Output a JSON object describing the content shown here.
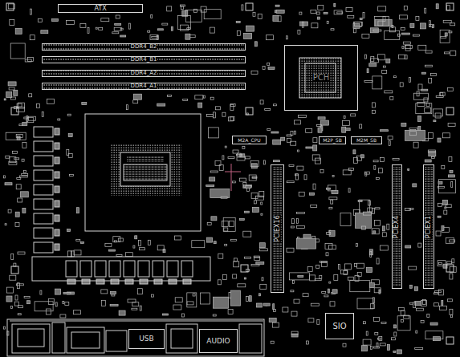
{
  "diagram": {
    "nodes": [
      {
        "text": [
          "ATX"
        ]
      },
      {
        "text": [
          "DDR4_B2"
        ]
      },
      {
        "text": [
          "DDR4_B1"
        ]
      },
      {
        "text": [
          "DDR4_A2"
        ]
      },
      {
        "text": [
          "DDR4_A1"
        ]
      },
      {
        "text": [
          "PCH"
        ]
      },
      {
        "text": [
          "M2A_CPU"
        ]
      },
      {
        "text": [
          "M2P_SB"
        ]
      },
      {
        "text": [
          "M2M_SB"
        ]
      },
      {
        "text": [
          "PCIEX16"
        ]
      },
      {
        "text": [
          "PCIEX4"
        ]
      },
      {
        "text": [
          "PCIEX1"
        ]
      },
      {
        "text": [
          "SIO"
        ]
      },
      {
        "text": [
          "USB"
        ]
      },
      {
        "text": [
          "AUDIO"
        ]
      }
    ]
  }
}
